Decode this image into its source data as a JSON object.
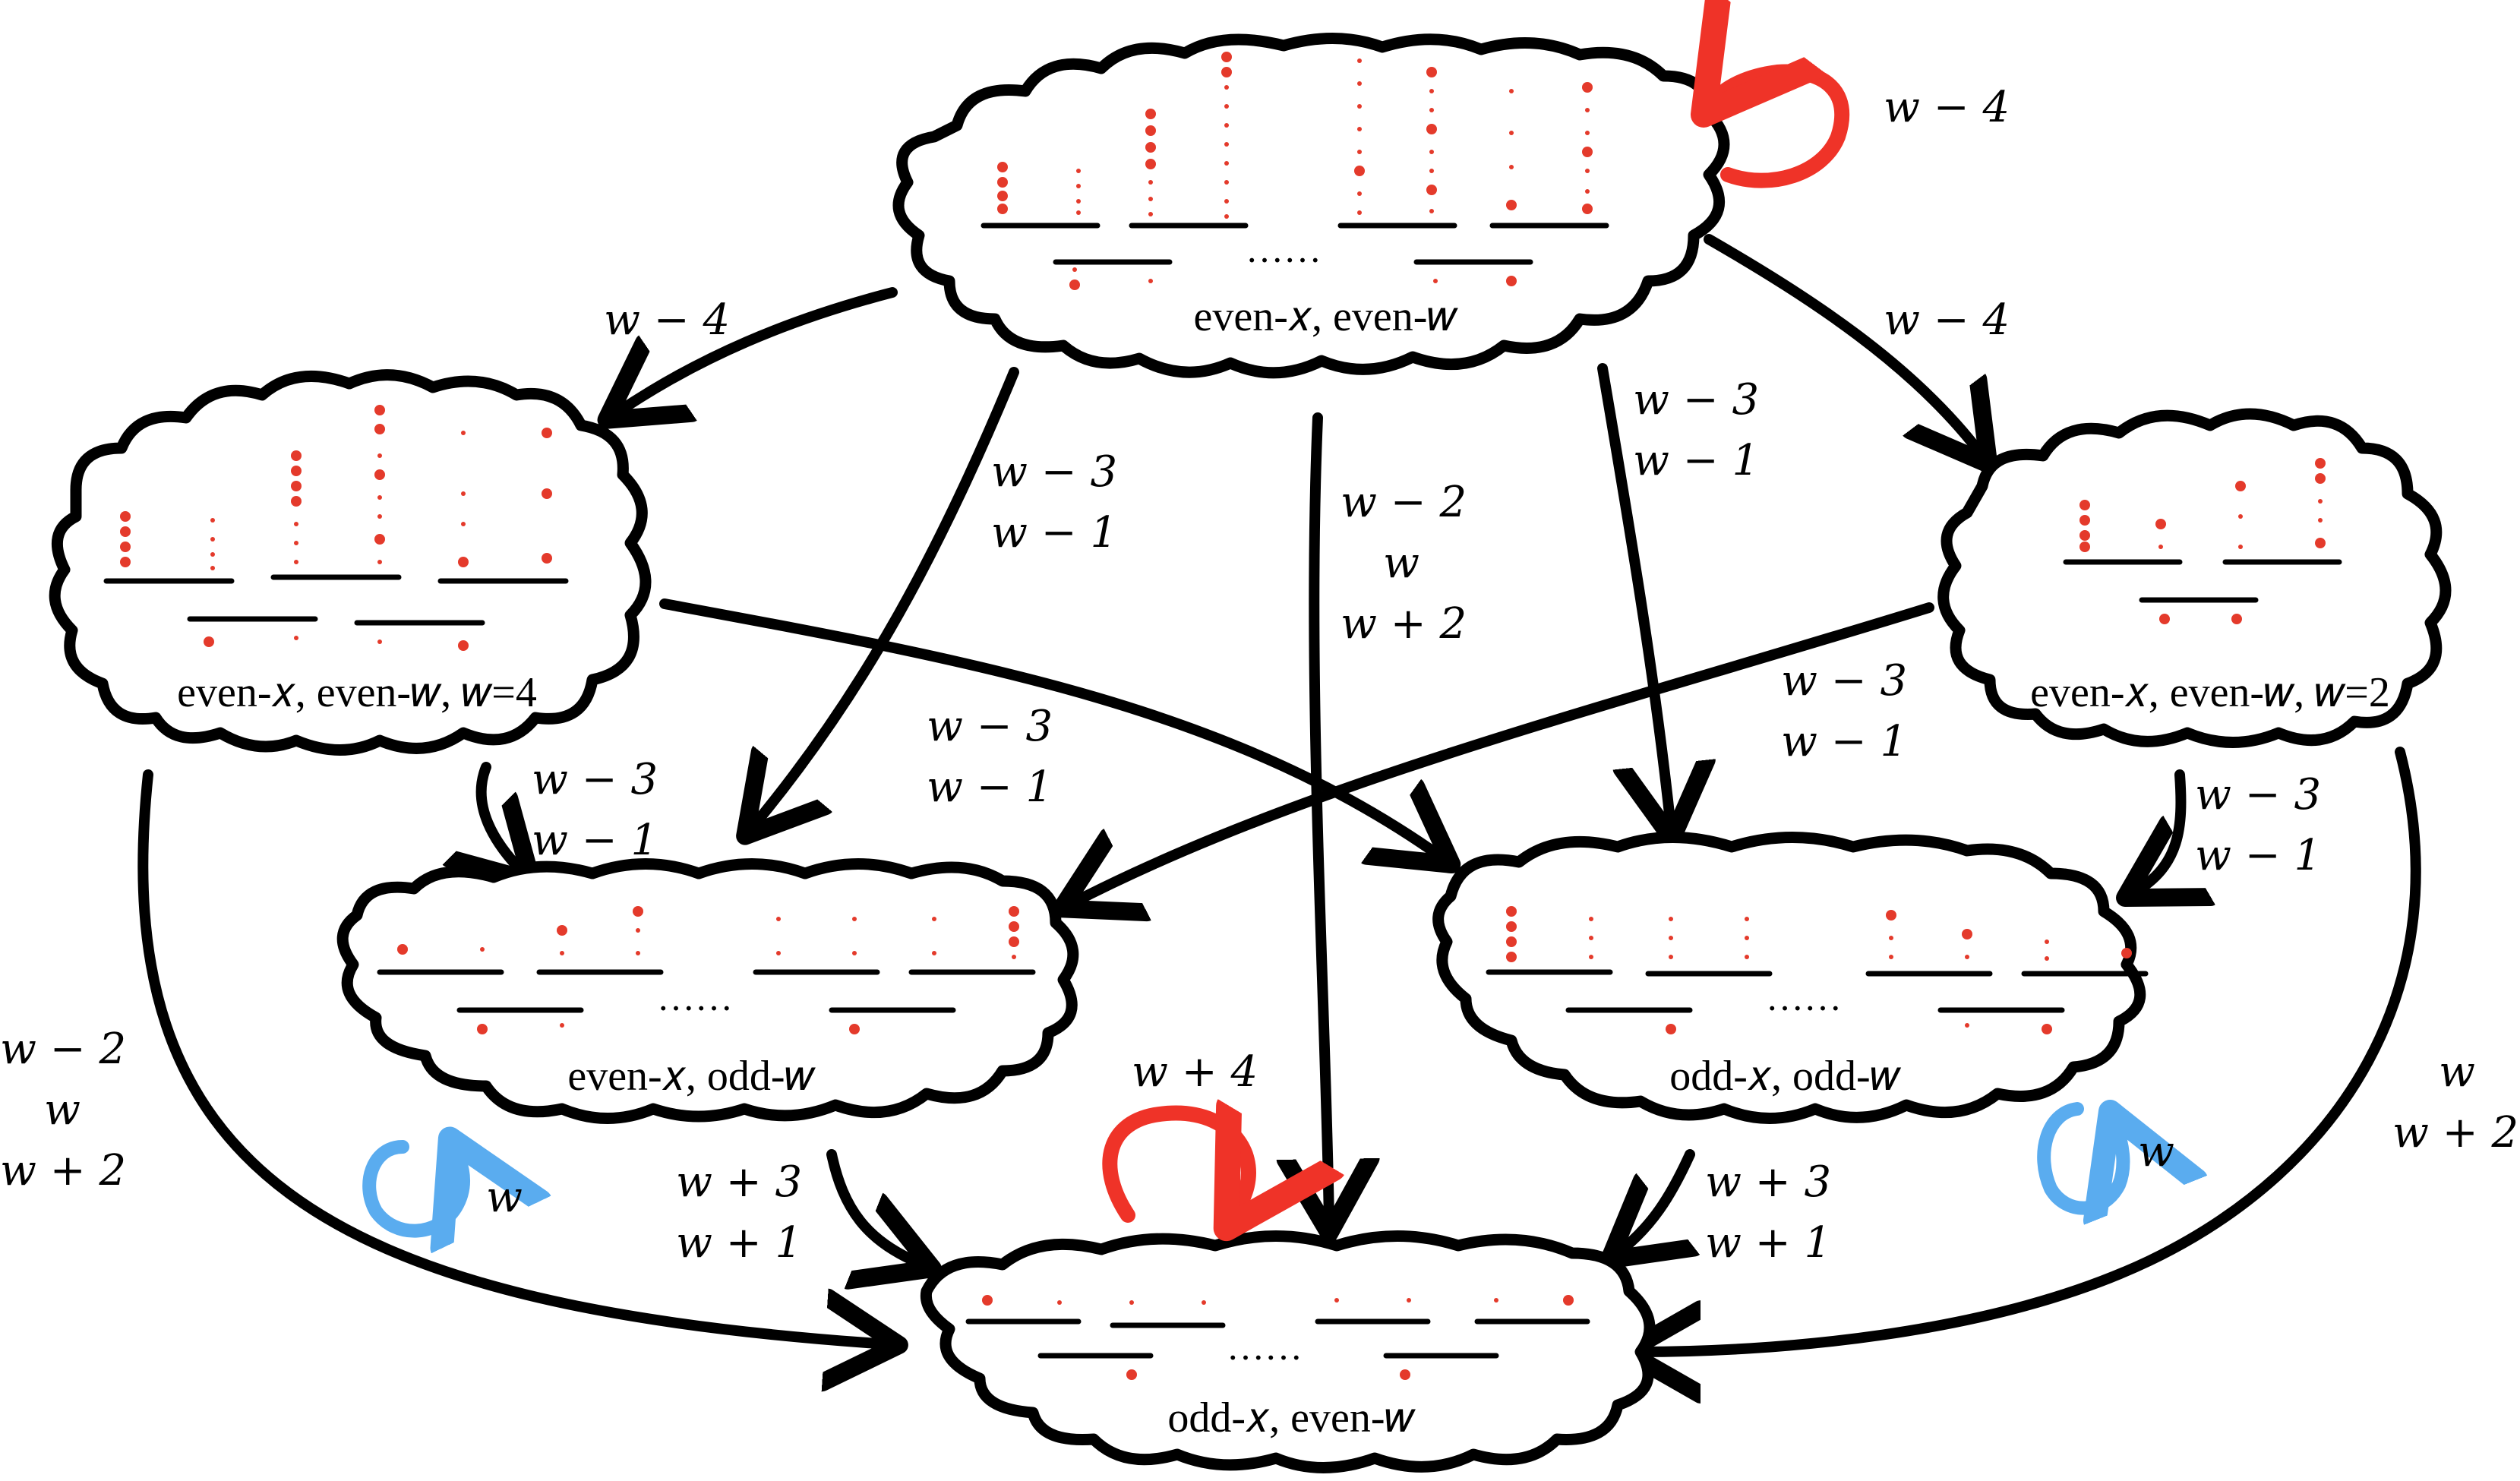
{
  "colors": {
    "outline": "#000000",
    "dots": "#e43a2b",
    "self_loop_red": "#ef3328",
    "self_loop_blue": "#5aacef"
  },
  "clouds": {
    "top": {
      "label": "even-𝑥, even-𝑤",
      "ellipsis": "……"
    },
    "left": {
      "label": "even-𝑥, even-𝑤, 𝑤=4"
    },
    "right": {
      "label": "even-𝑥, even-𝑤, 𝑤=2"
    },
    "mid_left": {
      "label": "even-𝑥, odd-𝑤",
      "ellipsis": "……"
    },
    "mid_right": {
      "label": "odd-𝑥, odd-𝑤",
      "ellipsis": "……"
    },
    "bottom": {
      "label": "odd-𝑥, even-𝑤",
      "ellipsis": "……"
    }
  },
  "edge_labels": {
    "top_self": [
      "w − 4"
    ],
    "top_to_left": [
      "w − 4"
    ],
    "top_to_right": [
      "w − 4"
    ],
    "top_to_midleft": [
      "w − 3",
      "w − 1"
    ],
    "top_to_bottom": [
      "w − 2",
      "w",
      "w + 2"
    ],
    "top_to_midright": [
      "w − 3",
      "w − 1"
    ],
    "left_to_midleft": [
      "w − 3",
      "w − 1"
    ],
    "left_to_midright": [
      "w − 3",
      "w − 1"
    ],
    "right_to_midleft": [
      "w − 3",
      "w − 1"
    ],
    "right_to_midright": [
      "w − 3",
      "w − 1"
    ],
    "left_to_bottom": [
      "w − 2",
      "w",
      "w + 2"
    ],
    "right_to_bottom": [
      "w",
      "w + 2"
    ],
    "midleft_to_bottom": [
      "w + 3",
      "w + 1"
    ],
    "midright_to_bottom": [
      "w + 3",
      "w + 1"
    ],
    "bottom_self": [
      "w + 4"
    ],
    "midleft_self": [
      "w"
    ],
    "midright_self": [
      "w"
    ]
  }
}
